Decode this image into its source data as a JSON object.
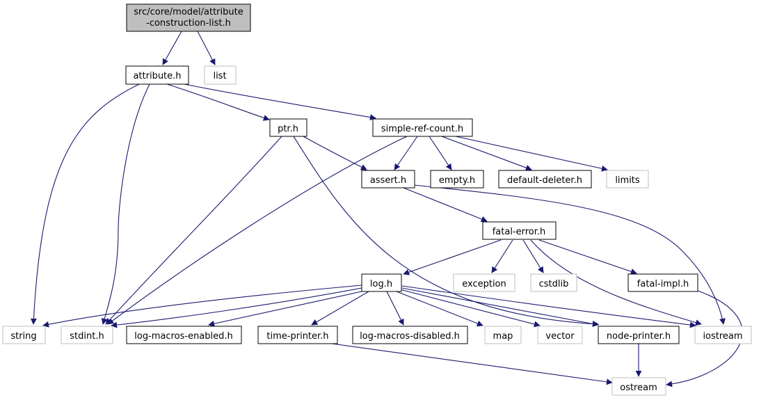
{
  "colors": {
    "edge": "#191970",
    "root_fill": "#bfbfbf",
    "box_border": "#000000",
    "ext_border": "#bfbfbf"
  },
  "nodes": {
    "root": "src/core/model/attribute\n-construction-list.h",
    "attribute_h": "attribute.h",
    "list": "list",
    "ptr_h": "ptr.h",
    "simple_ref_count_h": "simple-ref-count.h",
    "assert_h": "assert.h",
    "empty_h": "empty.h",
    "default_deleter_h": "default-deleter.h",
    "limits": "limits",
    "fatal_error_h": "fatal-error.h",
    "log_h": "log.h",
    "exception": "exception",
    "cstdlib": "cstdlib",
    "fatal_impl_h": "fatal-impl.h",
    "string": "string",
    "stdint_h": "stdint.h",
    "log_macros_enabled_h": "log-macros-enabled.h",
    "time_printer_h": "time-printer.h",
    "log_macros_disabled_h": "log-macros-disabled.h",
    "map": "map",
    "vector": "vector",
    "node_printer_h": "node-printer.h",
    "iostream": "iostream",
    "ostream": "ostream"
  }
}
